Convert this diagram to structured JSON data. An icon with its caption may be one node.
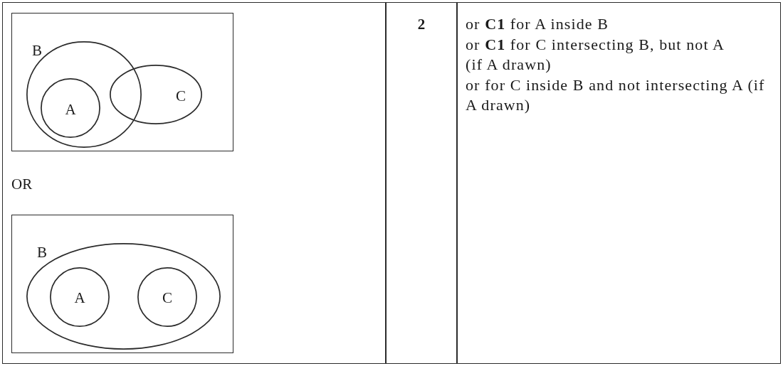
{
  "diagram": {
    "nodes": [
      {
        "text": [],
        "shape": "box"
      },
      {
        "text": [
          "B"
        ],
        "in": 0
      },
      {
        "text": [
          "A"
        ],
        "in": 1
      },
      {
        "text": [
          "C"
        ],
        "in": 0
      },
      {
        "text": [],
        "shape": "box"
      },
      {
        "text": [
          "B"
        ],
        "in": 4
      },
      {
        "text": [
          "A"
        ],
        "in": 5
      },
      {
        "text": [
          "C"
        ],
        "in": 5
      }
    ],
    "labels": [
      "OR",
      "2",
      "or **C1** for A inside B",
      "or **C1** for C intersecting B, but not A (if A drawn)",
      "or for C inside B and not intersecting A (if A drawn)"
    ]
  }
}
